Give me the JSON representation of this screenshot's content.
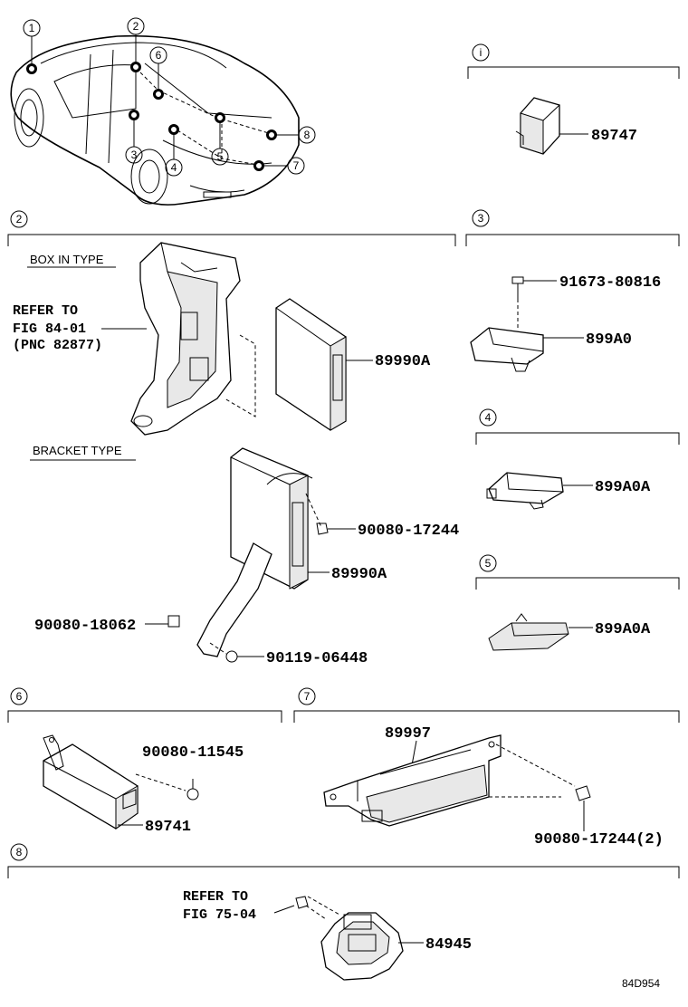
{
  "callouts": {
    "c1": "1",
    "c2": "2",
    "c3": "3",
    "c4": "4",
    "c5": "5",
    "c6": "6",
    "c7": "7",
    "c8": "8",
    "ci": "i"
  },
  "captions": {
    "box_in_type": "BOX IN TYPE",
    "bracket_type": "BRACKET TYPE"
  },
  "refs": {
    "refer_to_1": "REFER TO",
    "fig_1": "FIG 84-01",
    "pnc_1": "(PNC 82877)",
    "refer_to_2": "REFER TO",
    "fig_2": "FIG 75-04"
  },
  "parts": {
    "p89747": "89747",
    "p89990A_1": "89990A",
    "p89990A_2": "89990A",
    "p91673": "91673-80816",
    "p899A0": "899A0",
    "p899A0A_1": "899A0A",
    "p899A0A_2": "899A0A",
    "p90080_17244": "90080-17244",
    "p90080_18062": "90080-18062",
    "p90119": "90119-06448",
    "p90080_11545": "90080-11545",
    "p89741": "89741",
    "p89997": "89997",
    "p90080_17244_2": "90080-17244(2)",
    "p84945": "84945"
  },
  "figure_code": "84D954"
}
